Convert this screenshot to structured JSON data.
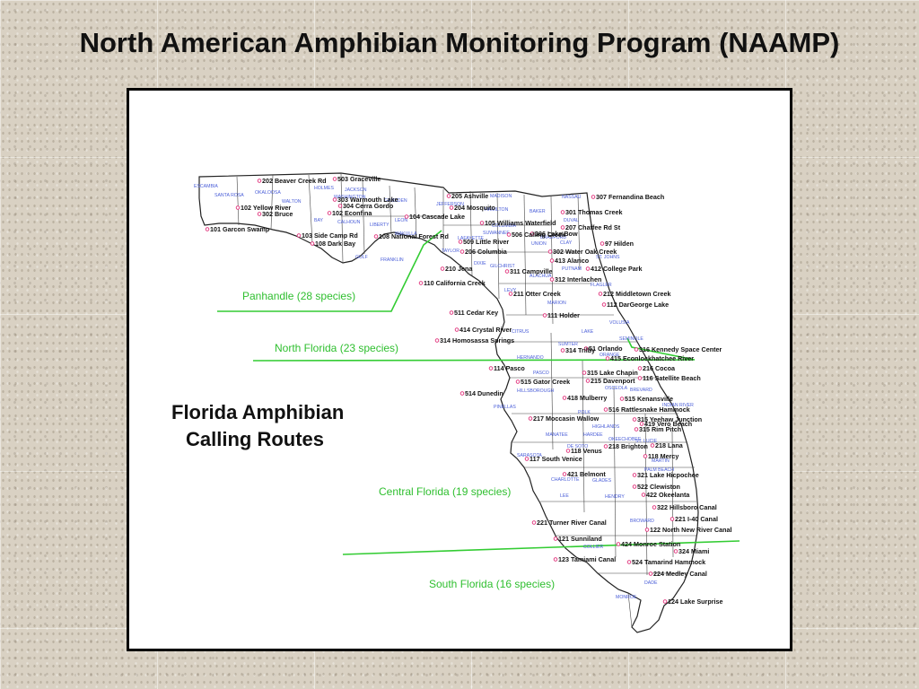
{
  "title": "North American Amphibian Monitoring Program (NAAMP)",
  "map": {
    "heading_line1": "Florida Amphibian",
    "heading_line2": "Calling Routes",
    "regions": [
      {
        "label": "Panhandle (28 species)"
      },
      {
        "label": "North Florida (23 species)"
      },
      {
        "label": "Central Florida (19 species)"
      },
      {
        "label": "South Florida (16 species)"
      }
    ],
    "colors": {
      "region_line": "#33cc33",
      "region_text": "#2fbf2f",
      "county_text": "#4a5ed8",
      "route_marker": "#e0307a",
      "border": "#000000"
    },
    "routes": [
      "202 Beaver Creek Rd",
      "503 Graceville",
      "205 Ashville",
      "307 Fernandina Beach",
      "303 Warmouth Lake",
      "304 Cerra Gordo",
      "102 Yellow River",
      "302 Bruce",
      "102 Econfina",
      "101 Garcon Swamp",
      "103 Side Camp Rd",
      "108 Dark Bay",
      "108 National Forest Rd",
      "204 Mosquito",
      "104 Cascade Lake",
      "105 Williams Waterfield",
      "301 Thomas Creek",
      "207 Chaffee Rd St",
      "306 Lake Bow",
      "506 Calling Creek",
      "509 Little River",
      "206 Columbia",
      "97 Hilden",
      "302 Water Oak Creek",
      "413 Alarico",
      "210 Jena",
      "311 Campville",
      "412 College Park",
      "110 California Creek",
      "312 Interlachen",
      "211 Otter Creek",
      "212 Middletown Creek",
      "112 DarGeorge Lake",
      "511 Cedar Key",
      "111 Holder",
      "414 Crystal River",
      "314 Homosassa Springs",
      "51 Orlando",
      "314 Trilby",
      "316 Kennedy Space Center",
      "415 Econlockhatchee River",
      "114 Pasco",
      "216 Cocoa",
      "315 Lake Chapin",
      "215 Davenport",
      "116 Satellite Beach",
      "515 Gator Creek",
      "514 Dunedin",
      "418 Mulberry",
      "515 Kenansville",
      "516 Rattlesnake Hammock",
      "315 Yeehaw Junction",
      "217 Moccasin Wallow",
      "419 Vero Beach",
      "218 Brighton",
      "315 Rim Pitch",
      "118 Venus",
      "218 Lana",
      "117 South Venice",
      "118 Mercy",
      "421 Belmont",
      "321 Lake Hicpochee",
      "522 Clewiston",
      "422 Okeelanta",
      "322 Hillsboro Canal",
      "221 Turner River Canal",
      "221 I-40 Canal",
      "122 North New River Canal",
      "121 Sunniland",
      "424 Monroe Station",
      "324 Miami",
      "123 Tamiami Canal",
      "524 Tamarind Hammock",
      "224 Medley Canal",
      "124 Lake Surprise"
    ],
    "counties": [
      "ESCAMBIA",
      "SANTA ROSA",
      "OKALOOSA",
      "WALTON",
      "HOLMES",
      "JACKSON",
      "WASHINGTON",
      "BAY",
      "CALHOUN",
      "GADSDEN",
      "LIBERTY",
      "LEON",
      "WAKULLA",
      "FRANKLIN",
      "GULF",
      "JEFFERSON",
      "MADISON",
      "HAMILTON",
      "COLUMBIA",
      "BAKER",
      "NASSAU",
      "DUVAL",
      "SUWANNEE",
      "LAFAYETTE",
      "TAYLOR",
      "DIXIE",
      "GILCHRIST",
      "UNION",
      "BRADFORD",
      "CLAY",
      "ST. JOHNS",
      "ALACHUA",
      "PUTNAM",
      "FLAGLER",
      "LEVY",
      "MARION",
      "VOLUSIA",
      "CITRUS",
      "LAKE",
      "SEMINOLE",
      "SUMTER",
      "HERNANDO",
      "ORANGE",
      "PASCO",
      "BREVARD",
      "OSCEOLA",
      "HILLSBOROUGH",
      "PINELLAS",
      "POLK",
      "INDIAN RIVER",
      "MANATEE",
      "HARDEE",
      "HIGHLANDS",
      "OKEECHOBEE",
      "ST. LUCIE",
      "SARASOTA",
      "DE SOTO",
      "MARTIN",
      "CHARLOTTE",
      "GLADES",
      "PALM BEACH",
      "LEE",
      "HENDRY",
      "BROWARD",
      "COLLIER",
      "DADE",
      "MONROE"
    ]
  }
}
